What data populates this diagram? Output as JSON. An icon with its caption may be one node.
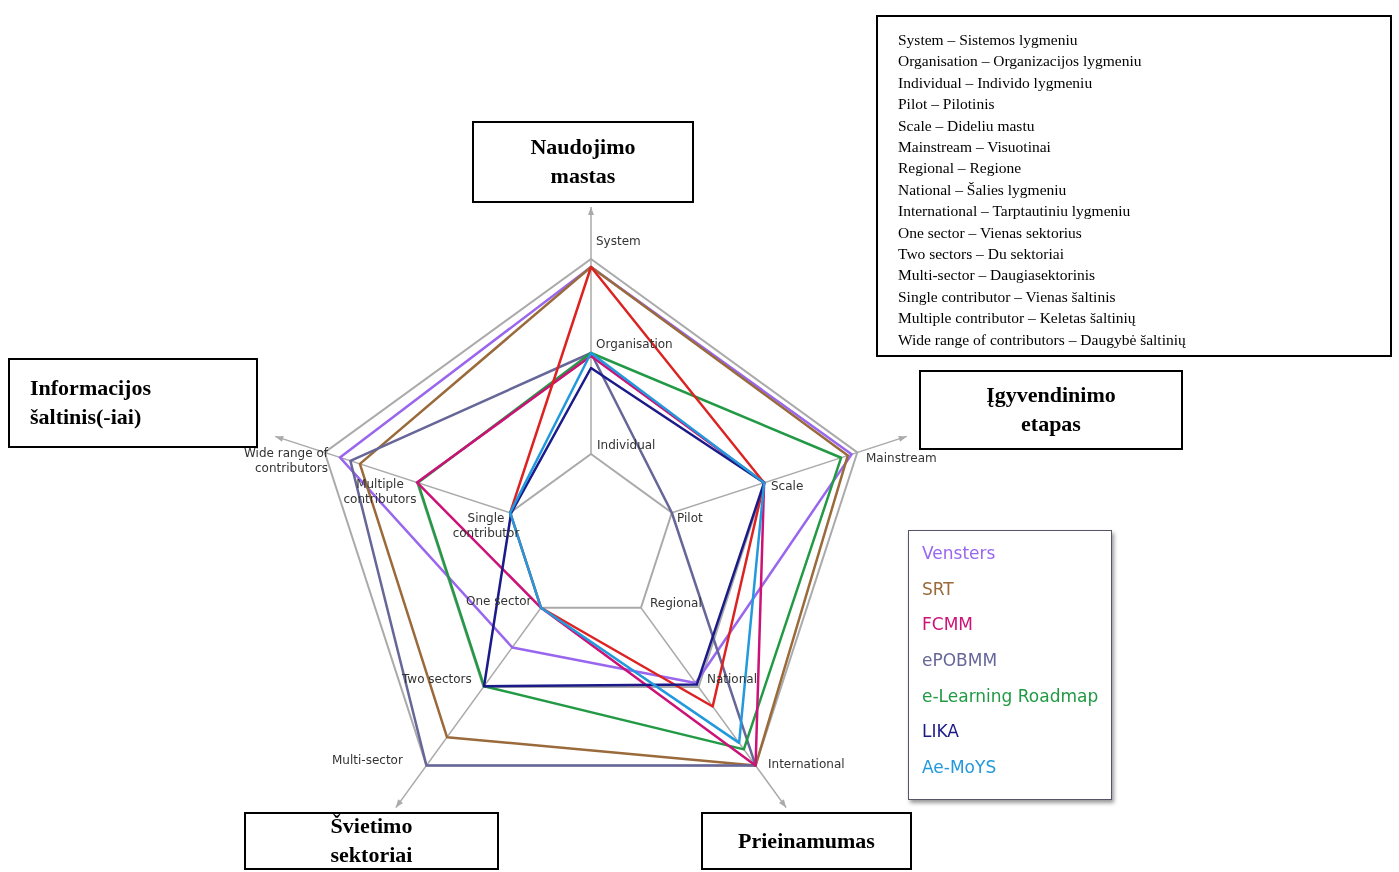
{
  "diagram": {
    "nodes": [
      {
        "text": [
          "Naudojimo mastas"
        ]
      },
      {
        "text": [
          "System – Sistemos lygmeniu",
          "Organisation – Organizacijos lygmeniu",
          "Individual – Individo lygmeniu",
          "Pilot – Pilotinis",
          "Scale – Dideliu mastu",
          "Mainstream – Visuotinai",
          "Regional – Regione",
          "National – Šalies lygmeniu",
          "International – Tarptautiniu lygmeniu",
          "One sector – Vienas sektorius",
          "Two sectors – Du sektoriai",
          "Multi-sector – Daugiasektorinis",
          "Single contributor – Vienas šaltinis",
          "Multiple contributor – Keletas šaltinių",
          "Wide range of contributors – Daugybė šaltinių"
        ]
      },
      {
        "text": [
          "Informacijos šaltinis(-iai)"
        ]
      },
      {
        "text": [
          "Įgyvendinimo etapas"
        ]
      },
      {
        "text": [
          "Švietimo sektoriai"
        ]
      },
      {
        "text": [
          "Prieinamumas"
        ]
      }
    ],
    "edges": [],
    "labels": [
      "System",
      "Organisation",
      "Individual",
      "Wide range of contributors",
      "Mainstream",
      "Scale",
      "Multiple contributors",
      "Pilot",
      "Single contributor",
      "One sector",
      "Regional",
      "Two sectors",
      "National",
      "Multi-sector",
      "International"
    ],
    "legend": [
      {
        "text": "Vensters",
        "color": "#9966ee"
      },
      {
        "text": "SRT",
        "color": "#9a6a3a"
      },
      {
        "text": "FCMM",
        "color": "#cc1177"
      },
      {
        "text": "ePOBMM",
        "color": "#666699"
      },
      {
        "text": "e-Learning Roadmap",
        "color": "#229944"
      },
      {
        "text": "LIKA",
        "color": "#1a1a88"
      },
      {
        "text": "Ae-MoYS",
        "color": "#2299dd"
      }
    ]
  }
}
